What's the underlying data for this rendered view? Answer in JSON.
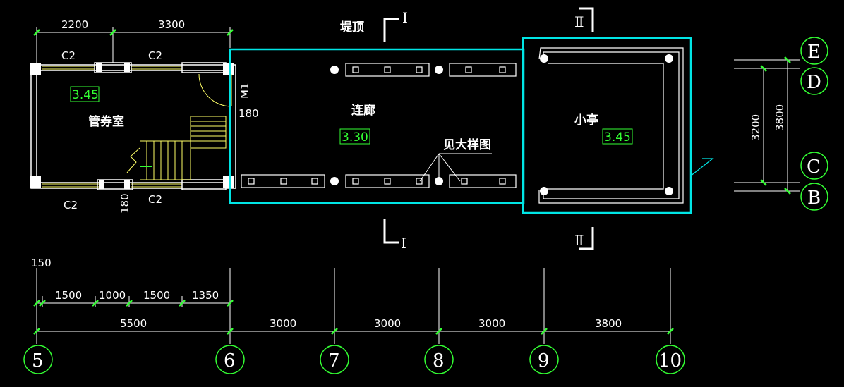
{
  "rooms": {
    "guard_room": "管券室",
    "corridor": "连廊",
    "pavilion": "小亭",
    "dike_top": "堤顶",
    "see_detail": "见大样图"
  },
  "elevations": {
    "guard_room": "3.45",
    "corridor": "3.30",
    "pavilion": "3.45"
  },
  "openings": {
    "window_top_left": "C2",
    "window_top_right": "C2",
    "window_bottom_left": "C2",
    "window_bottom_right": "C2",
    "door": "M1",
    "wall_offset_right": "180",
    "wall_offset_bottom": "180"
  },
  "top_dimensions": [
    "2200",
    "3300"
  ],
  "bottom_dimensions": {
    "first_row": [
      "150",
      "1500",
      "1000",
      "1500",
      "1350"
    ],
    "second_row": [
      "5500",
      "3000",
      "3000",
      "3000",
      "3800"
    ]
  },
  "right_dimensions": [
    "3200",
    "3800"
  ],
  "column_axes": [
    "5",
    "6",
    "7",
    "8",
    "9",
    "10"
  ],
  "row_axes": [
    "E",
    "D",
    "C",
    "B"
  ],
  "section_marks": {
    "section_1_top": "I",
    "section_1_bottom": "I",
    "section_2_top": "Ⅱ",
    "section_2_bottom": "Ⅱ"
  }
}
